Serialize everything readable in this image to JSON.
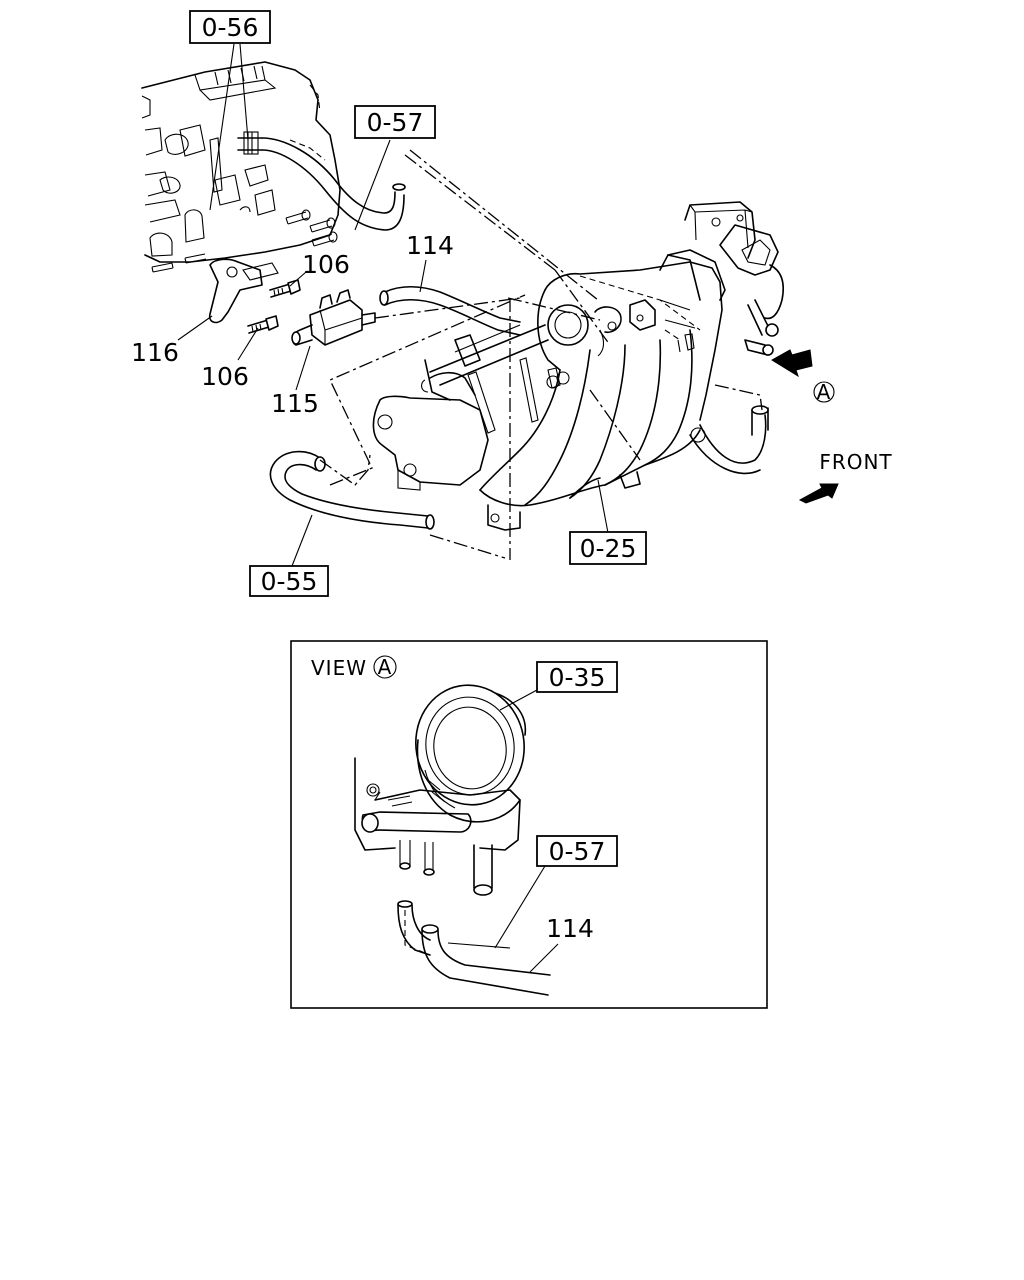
{
  "callouts": {
    "c056": "0-56",
    "c057_top": "0-57",
    "c025": "0-25",
    "c055": "0-55",
    "c035": "0-35",
    "c057_view": "0-57"
  },
  "part_numbers": {
    "p114_top": "114",
    "p106_a": "106",
    "p106_b": "106",
    "p116": "116",
    "p115": "115",
    "p114_view": "114"
  },
  "markers": {
    "view_ref_a": "A",
    "front_label": "FRONT",
    "view_title_word": "VIEW",
    "view_title_letter": "A"
  }
}
